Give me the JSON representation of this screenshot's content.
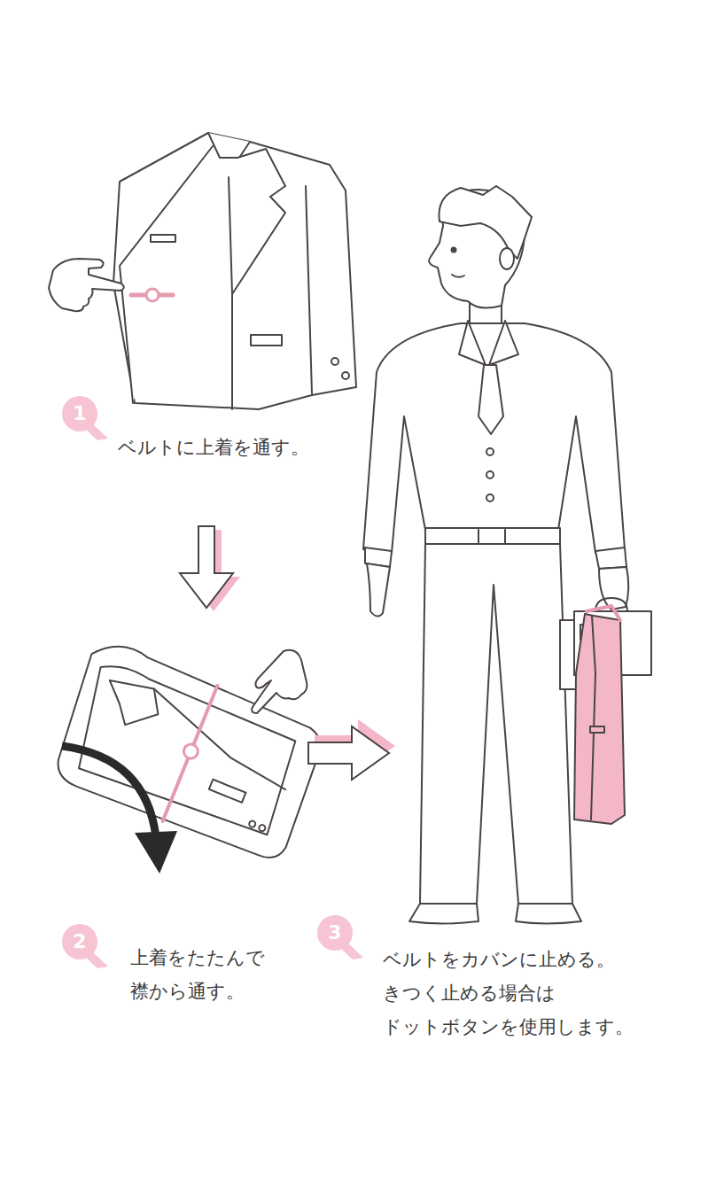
{
  "diagram": {
    "nodes": [
      {
        "text": [
          "1"
        ]
      },
      {
        "text": [
          "2"
        ]
      },
      {
        "text": [
          "3"
        ]
      }
    ],
    "labels": [
      "ベルトに上着を通す。",
      "上着をたたんで 襟から通す。",
      "ベルトをカバンに止める。 きつく止める場合は ドットボタンを使用します。"
    ]
  }
}
